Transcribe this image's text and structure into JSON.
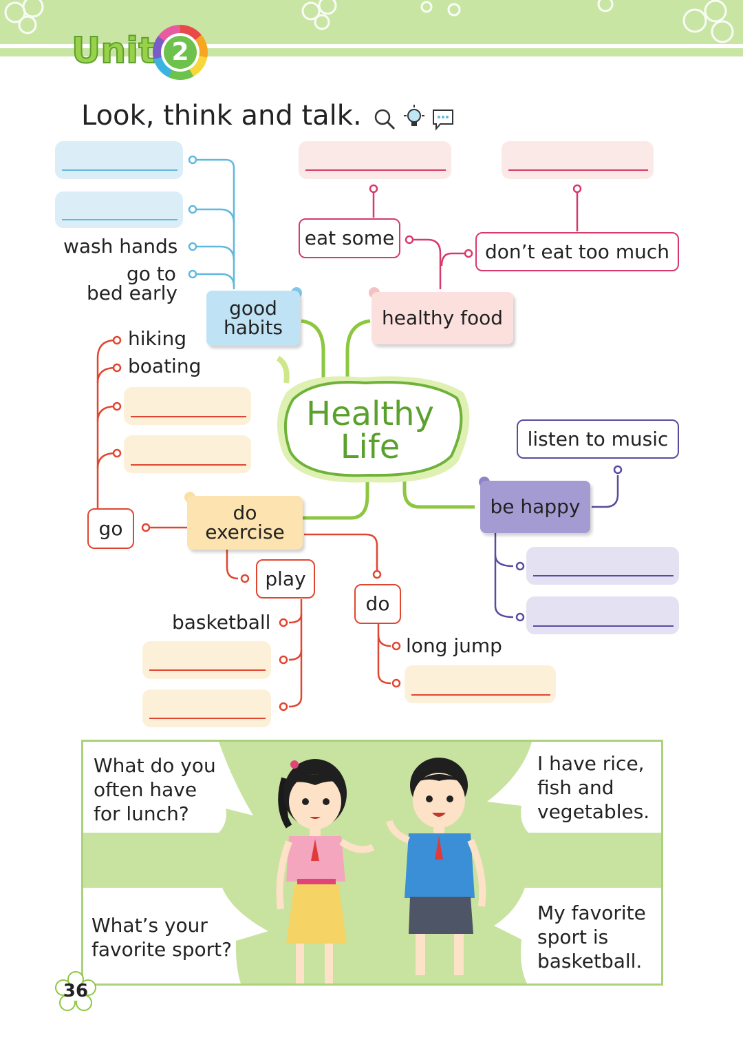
{
  "header": {
    "unit_word": "Unit",
    "unit_number": "2"
  },
  "activity": {
    "title": "Look, think and talk.",
    "icons": [
      "magnifier-icon",
      "lightbulb-icon",
      "speech-bubble-icon"
    ]
  },
  "center": {
    "line1": "Healthy",
    "line2": "Life"
  },
  "good_habits": {
    "label_line1": "good",
    "label_line2": "habits",
    "items": [
      "wash hands",
      "go to",
      "bed early"
    ]
  },
  "healthy_food": {
    "label": "healthy food",
    "eat_some": "eat some",
    "dont_eat": "don’t eat too much"
  },
  "do_exercise": {
    "label_line1": "do",
    "label_line2": "exercise",
    "go": "go",
    "play": "play",
    "do": "do",
    "go_items": [
      "hiking",
      "boating"
    ],
    "play_items": [
      "basketball"
    ],
    "do_items": [
      "long jump"
    ]
  },
  "be_happy": {
    "label": "be happy",
    "item": "listen to music"
  },
  "dialogue": {
    "q1": [
      "What do you",
      "often have",
      "for lunch?"
    ],
    "a1": [
      "I have rice,",
      "fish and",
      "vegetables."
    ],
    "q2": [
      "What’s your",
      "favorite sport?"
    ],
    "a2": [
      "My favorite",
      "sport is",
      "basketball."
    ]
  },
  "page_number": "36",
  "colors": {
    "green": "#8dc63f",
    "blue": "#5fb8df",
    "red": "#e0452f",
    "pink": "#d6396a",
    "purple": "#5a4a9e"
  }
}
